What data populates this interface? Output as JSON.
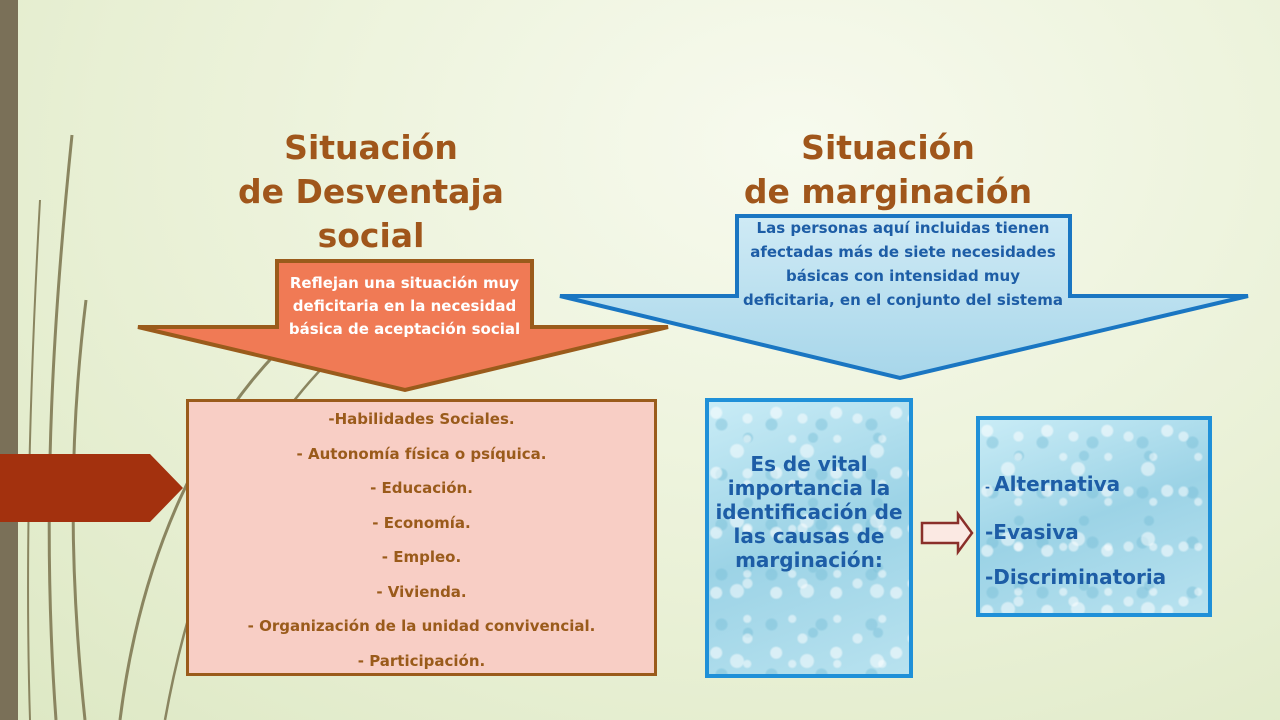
{
  "left": {
    "title_lines": [
      "Situación",
      "de Desventaja",
      "social"
    ],
    "arrow_text": "Reflejan una situación muy deficitaria en la necesidad básica de aceptación social",
    "arrow_color": "#f07a55",
    "list_items": [
      "-Habilidades Sociales.",
      "- Autonomía física o psíquica.",
      "- Educación.",
      "- Economía.",
      "- Empleo.",
      "- Vivienda.",
      "- Organización de la unidad convivencial.",
      "- Participación."
    ],
    "list_bg": "#f8cec5"
  },
  "right": {
    "title_lines": [
      "Situación",
      "de marginación"
    ],
    "arrow_text": "Las personas aquí incluidas tienen afectadas más de siete necesidades básicas con intensidad muy deficitaria, en el conjunto del sistema",
    "vital_text": "Es de vital importancia la identificación de las causas de marginación:",
    "options": [
      "Alternativa",
      "-Evasiva",
      "-Discriminatoria"
    ],
    "option_prefix": "- "
  },
  "colors": {
    "title": "#a0561b",
    "blue_text": "#1d5da6",
    "blue_border": "#1f90d8",
    "brown_border": "#9a5b1b",
    "side_tab": "#a3310e"
  }
}
